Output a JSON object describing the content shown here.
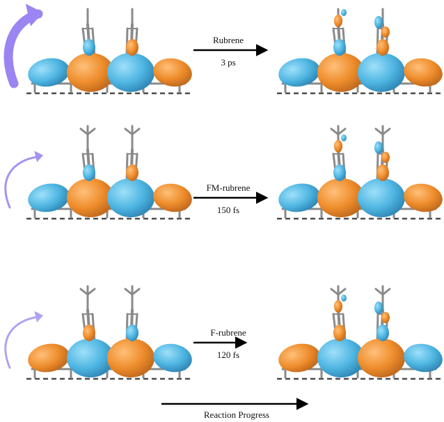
{
  "rows": [
    {
      "molecule": "Rubrene",
      "time": "3 ps",
      "arrow_color": "#9a85f2",
      "arrow_weight": "thick",
      "orbital_order": [
        "blue",
        "orange",
        "blue",
        "orange"
      ]
    },
    {
      "molecule": "FM-rubrene",
      "time": "150 fs",
      "arrow_color": "#a493f0",
      "arrow_weight": "medium",
      "orbital_order": [
        "blue",
        "orange",
        "blue",
        "orange"
      ]
    },
    {
      "molecule": "F-rubrene",
      "time": "120 fs",
      "arrow_color": "#b0a2f2",
      "arrow_weight": "thin",
      "orbital_order": [
        "orange",
        "blue",
        "orange",
        "blue"
      ]
    }
  ],
  "footer": {
    "label": "Reaction Progress"
  },
  "colors": {
    "orbital_blue": "#4fb6e2",
    "orbital_orange": "#ee8d2c",
    "substrate_line": "#4a4a4a",
    "stick": "#8a8a8a"
  }
}
